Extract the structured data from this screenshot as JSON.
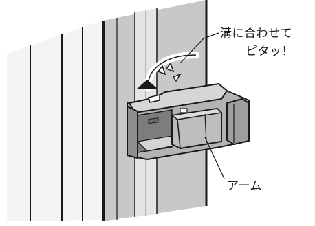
{
  "diagram": {
    "callout_groove_line1": "溝に合わせて",
    "callout_groove_line2": "ピタッ！",
    "callout_arm": "アーム",
    "colors": {
      "ink": "#1a1a1a",
      "panel_light": "#f2f2f2",
      "panel_mid": "#c9c9c9",
      "panel_dark": "#9a9a9a",
      "clip_body": "#b5b5b5",
      "clip_dark": "#7d7d7d",
      "clip_light": "#d9d9d9"
    }
  }
}
